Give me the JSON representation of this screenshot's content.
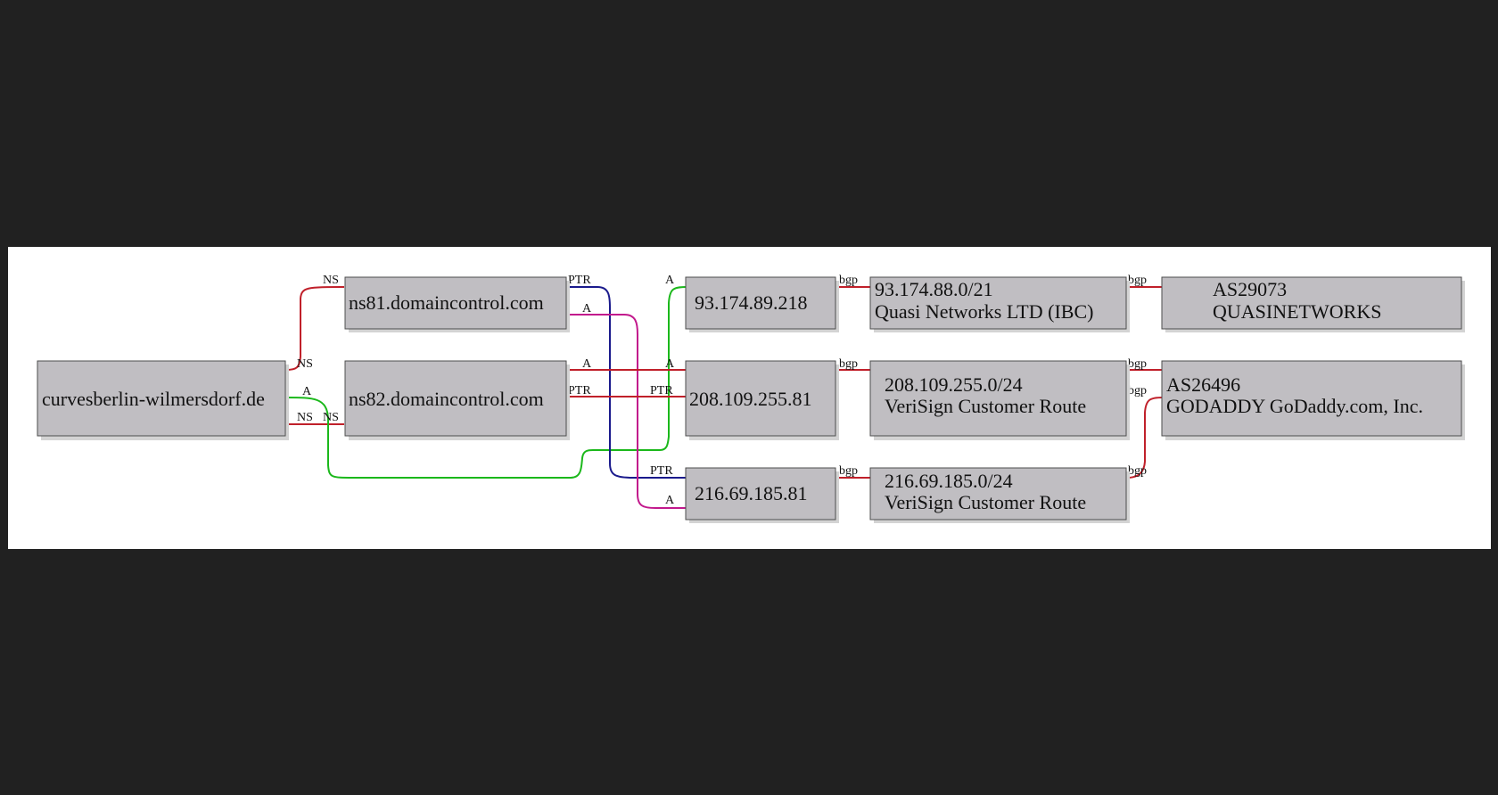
{
  "colors": {
    "background": "#212121",
    "panel": "#ffffff",
    "node_fill": "#c0bec2",
    "ns": "#c0202a",
    "a": "#1bb81b",
    "ptr": "#1a1a8c",
    "a_ns81": "#c2188c",
    "bgp": "#c0202a"
  },
  "nodes": {
    "domain": {
      "lines": [
        "curvesberlin-wilmersdorf.de"
      ]
    },
    "ns81": {
      "lines": [
        "ns81.domaincontrol.com"
      ]
    },
    "ns82": {
      "lines": [
        "ns82.domaincontrol.com"
      ]
    },
    "ip1": {
      "lines": [
        "93.174.89.218"
      ]
    },
    "ip2": {
      "lines": [
        "208.109.255.81"
      ]
    },
    "ip3": {
      "lines": [
        "216.69.185.81"
      ]
    },
    "pfx1": {
      "lines": [
        "93.174.88.0/21",
        "Quasi Networks LTD (IBC)"
      ]
    },
    "pfx2": {
      "lines": [
        "208.109.255.0/24",
        "VeriSign Customer Route"
      ]
    },
    "pfx3": {
      "lines": [
        "216.69.185.0/24",
        "VeriSign Customer Route"
      ]
    },
    "as1": {
      "lines": [
        "AS29073",
        "QUASINETWORKS"
      ]
    },
    "as2": {
      "lines": [
        "AS26496",
        "GODADDY GoDaddy.com, Inc."
      ]
    }
  },
  "edge_labels": {
    "ns": "NS",
    "a": "A",
    "ptr": "PTR",
    "bgp": "bgp"
  }
}
